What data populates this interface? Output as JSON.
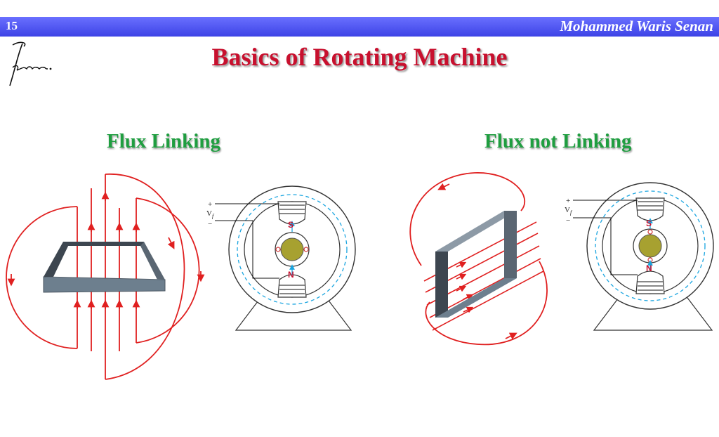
{
  "header": {
    "slide_number": "15",
    "author": "Mohammed Waris Senan"
  },
  "title": "Basics of Rotating Machine",
  "sections": {
    "left": {
      "heading": "Flux Linking"
    },
    "right": {
      "heading": "Flux not Linking"
    }
  },
  "machine_labels": {
    "plus": "+",
    "minus": "−",
    "vf": "V",
    "vf_sub": "f",
    "south": "S",
    "north": "N"
  },
  "colors": {
    "header_bar": "#4a50f0",
    "title": "#c8102e",
    "heading": "#1f9e40",
    "flux_lines": "#e02020",
    "coil": "#6d7f8e",
    "dashed_path": "#1aa5e0",
    "rotor": "#a7a130"
  }
}
